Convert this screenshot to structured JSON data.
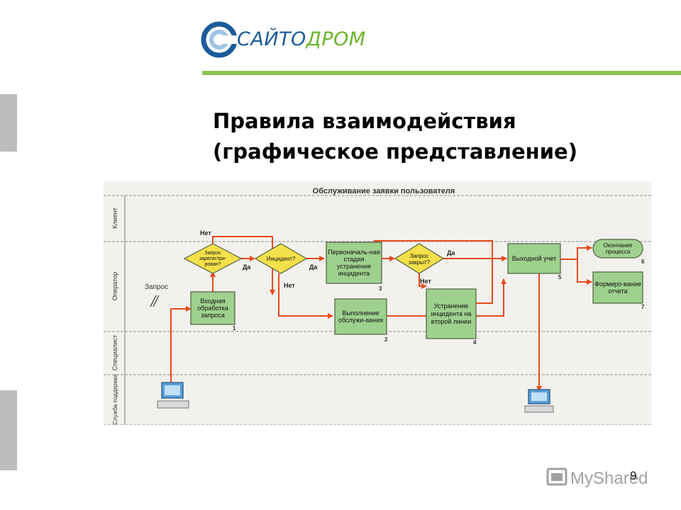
{
  "logo": {
    "part1": "САЙТО",
    "part2": "ДРОМ"
  },
  "title": {
    "line1": "Правила взаимодействия",
    "line2": "(графическое представление)"
  },
  "diagram": {
    "heading": "Обслуживание заявки пользователя",
    "lanes": [
      "Клиент",
      "Оператор",
      "Специалист",
      "Служба поддержки"
    ],
    "request_label": "Запрос",
    "nodes": {
      "n1": "Входная обработка запроса",
      "d1": "Запрос зарегистри-рован?",
      "d2": "Инцидент?",
      "n3": "Первоначаль-ная стадия устранения инцидента",
      "n2": "Выполнение обслужи-вания",
      "d3": "Запрос закрыт?",
      "n4": "Устранение инцидента на второй линии",
      "n5": "Выходной учет",
      "n6": "Окончание процесса",
      "n7": "Формиро-вание отчета"
    },
    "edge_labels": {
      "yes": "Да",
      "no": "Нет"
    },
    "step_numbers": [
      "1",
      "2",
      "3",
      "4",
      "5",
      "6",
      "7"
    ]
  },
  "watermark": {
    "text": "MyShared"
  },
  "page_number": "9",
  "colors": {
    "box_fill": "#9ed08e",
    "diamond_fill": "#f4e04a",
    "arrow": "#e84a1c",
    "logo_blue": "#1b5c9a",
    "logo_green": "#6bb42c",
    "rule_green": "#8cc152"
  }
}
